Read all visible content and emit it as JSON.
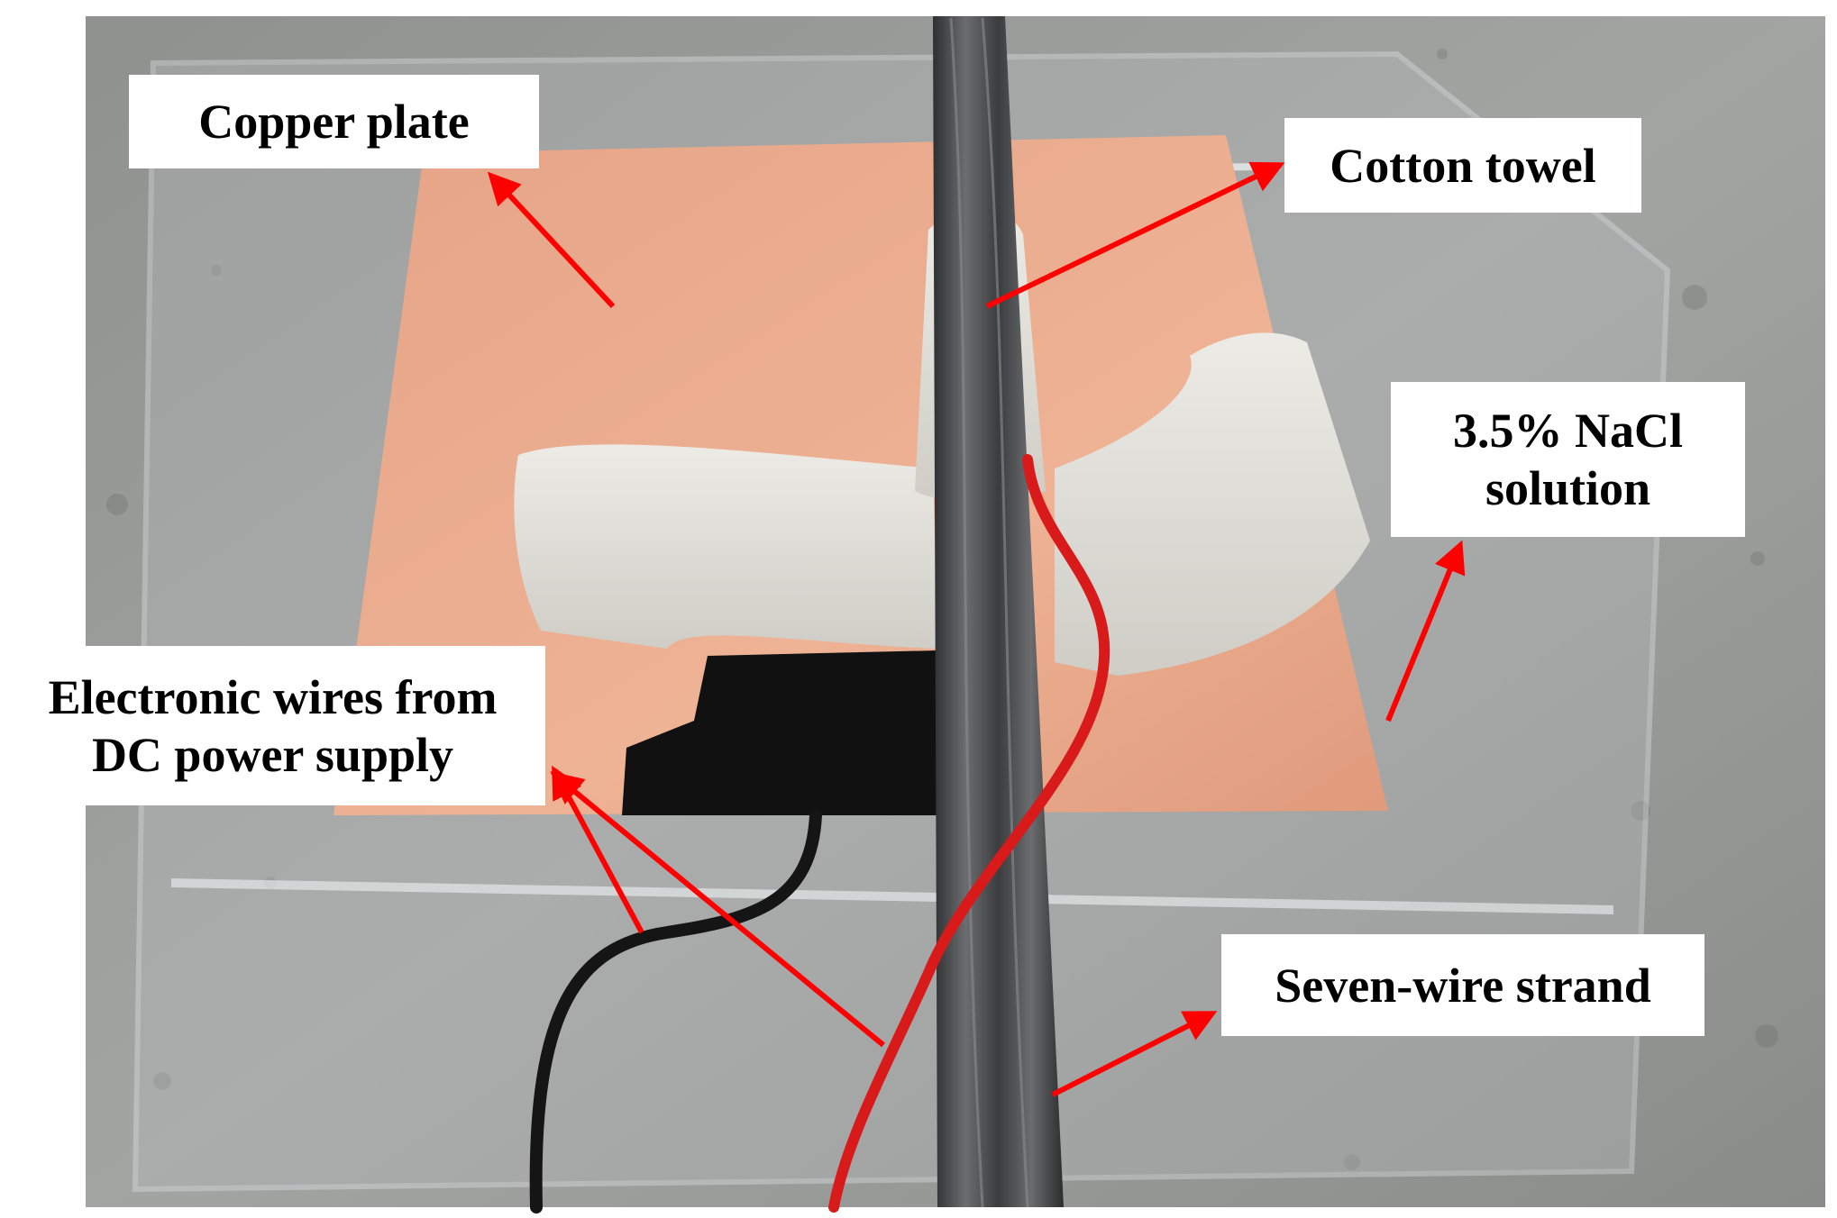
{
  "labels": {
    "copper_plate": "Copper plate",
    "cotton_towel": "Cotton towel",
    "nacl_line1": "3.5% NaCl",
    "nacl_line2": "solution",
    "wires_line1": "Electronic wires from",
    "wires_line2": "DC power supply",
    "strand": "Seven-wire strand"
  },
  "colors": {
    "arrow": "#ff0000",
    "label_background": "#ffffff",
    "copper": "#e8a484",
    "concrete": "#9a9c9b",
    "red_wire": "#d81a1a",
    "black_wire": "#151515",
    "steel_strand": "#4d4e50",
    "towel": "#e4e2dc"
  },
  "objects": [
    "concrete-floor",
    "acrylic-tray",
    "copper-plate",
    "black-tape",
    "cotton-towel",
    "seven-wire-strand",
    "red-wire",
    "black-wire"
  ]
}
